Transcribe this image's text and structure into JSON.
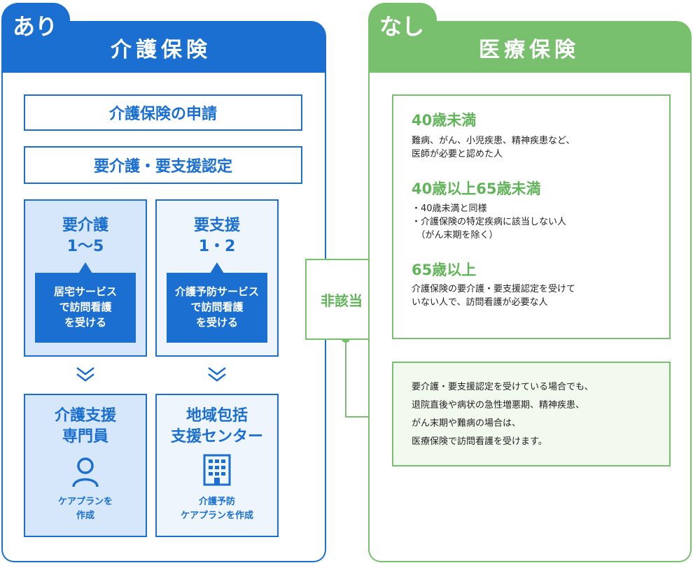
{
  "left_panel": {
    "tab": "あり",
    "title": "介護保険",
    "step1": "介護保険の申請",
    "step2": "要介護・要支援認定",
    "care": {
      "title_line1": "要介護",
      "title_line2": "1～5",
      "service_lines": [
        "居宅サービス",
        "で訪問看護",
        "を受ける"
      ],
      "manager_lines": [
        "介護支援",
        "専門員"
      ],
      "plan_lines": [
        "ケアプランを",
        "作成"
      ]
    },
    "support": {
      "title_line1": "要支援",
      "title_line2": "1・2",
      "service_lines": [
        "介護予防サービス",
        "で訪問看護",
        "を受ける"
      ],
      "center_lines": [
        "地域包括",
        "支援センター"
      ],
      "plan_lines": [
        "介護予防",
        "ケアプランを作成"
      ]
    }
  },
  "middle": {
    "label": "非該当"
  },
  "right_panel": {
    "tab": "なし",
    "title": "医療保険",
    "groups": [
      {
        "heading": "40歳未満",
        "lines": [
          "難病、がん、小児疾患、精神疾患など、",
          "医師が必要と認めた人"
        ]
      },
      {
        "heading": "40歳以上65歳未満",
        "lines": [
          "・40歳未満と同様",
          "・介護保険の特定疾病に該当しない人",
          "　（がん末期を除く）"
        ]
      },
      {
        "heading": "65歳以上",
        "lines": [
          "介護保険の要介護・要支援認定を受けて",
          "いない人で、訪問看護が必要な人"
        ]
      }
    ],
    "note_lines": [
      "要介護・要支援認定を受けている場合でも、",
      "退院直後や病状の急性増悪期、精神疾患、",
      "がん末期や難病の場合は、",
      "医療保険で訪問看護を受けます。"
    ]
  },
  "colors": {
    "blue": "#1a6fd0",
    "green": "#78c06e"
  },
  "icons": {
    "manager": "person-icon",
    "center": "building-icon",
    "arrow": "double-chevron-down-icon"
  }
}
